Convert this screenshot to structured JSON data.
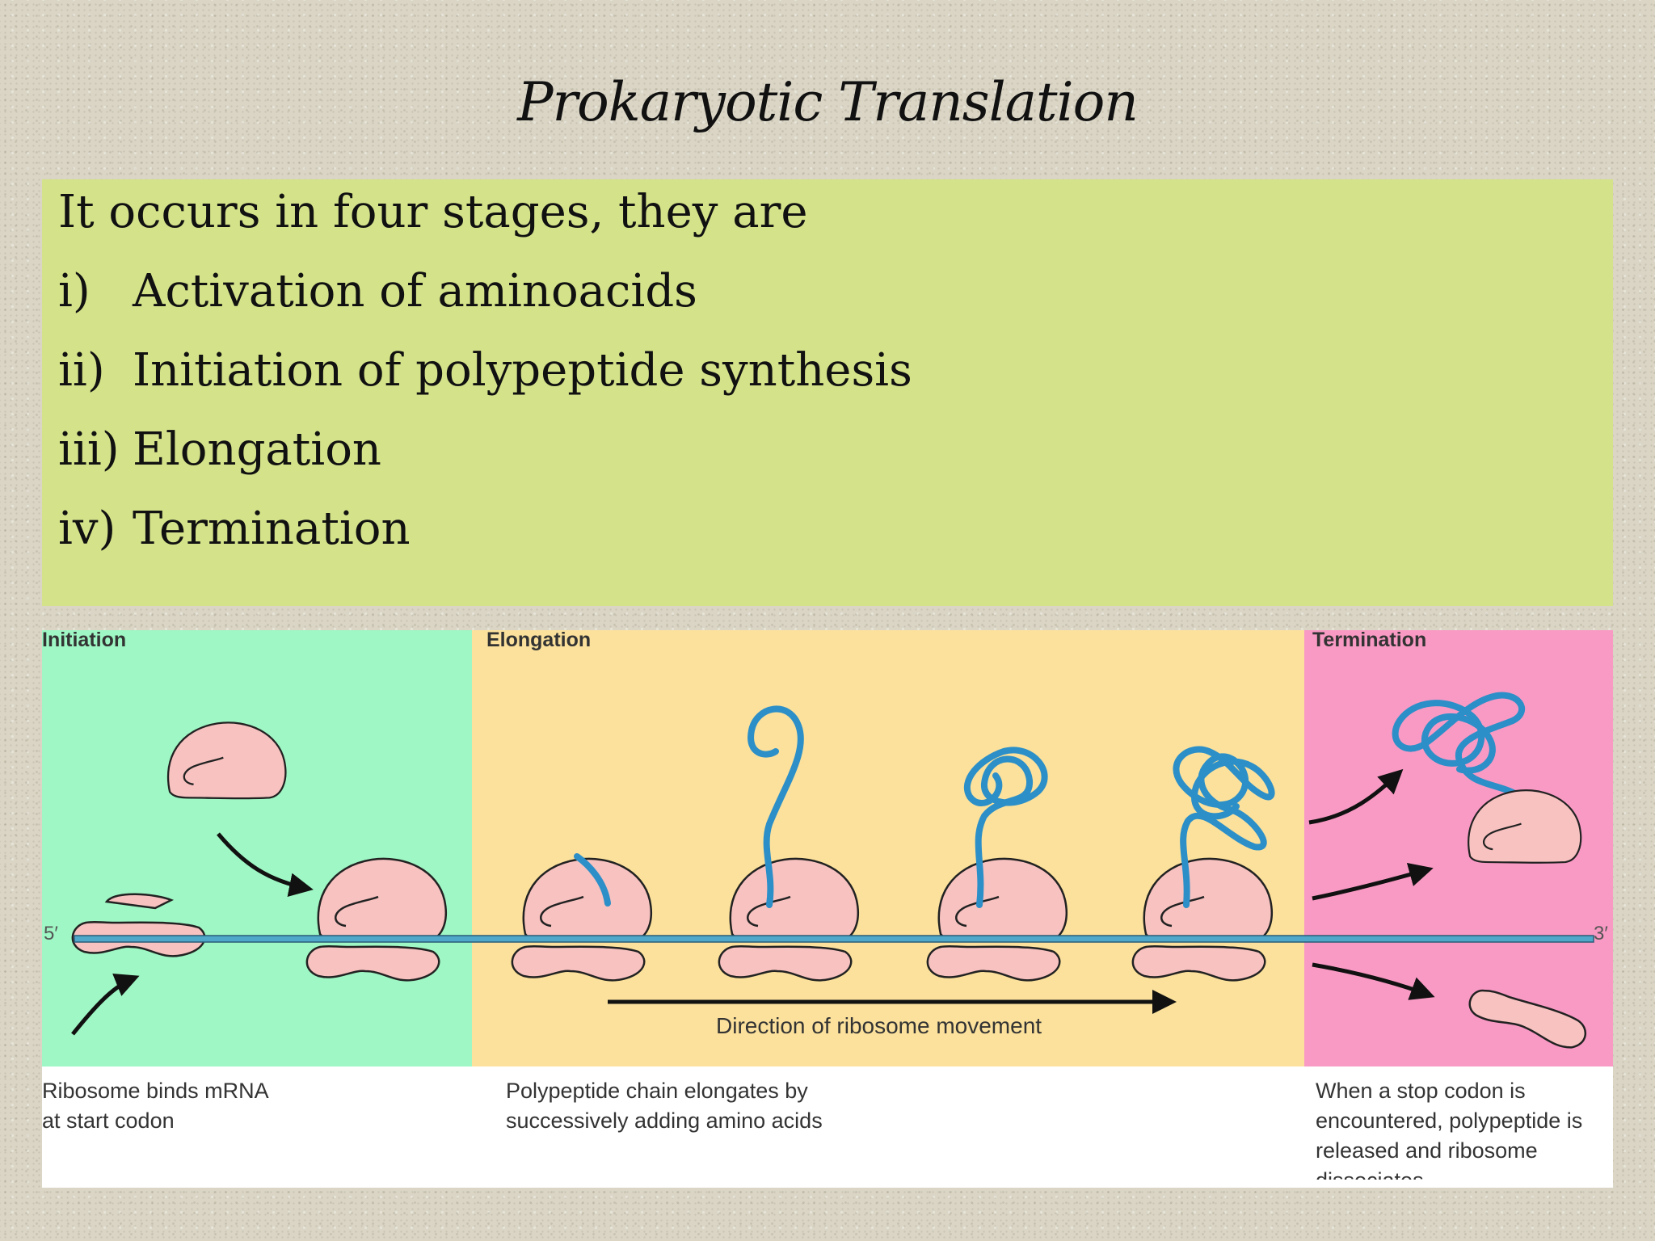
{
  "slide": {
    "title": "Prokaryotic Translation",
    "intro": "It occurs in four stages, they are",
    "stages": [
      {
        "marker": "i)",
        "text": "Activation of aminoacids"
      },
      {
        "marker": "ii)",
        "text": "Initiation of polypeptide synthesis"
      },
      {
        "marker": "iii)",
        "text": "Elongation"
      },
      {
        "marker": "iv)",
        "text": "Termination"
      }
    ]
  },
  "figure": {
    "panels": [
      {
        "title": "Initiation",
        "caption": "Ribosome binds mRNA\nat start codon",
        "color": "#9ef7c4"
      },
      {
        "title": "Elongation",
        "caption": "Polypeptide chain elongates by\nsuccessively adding amino acids",
        "color": "#fbe19c"
      },
      {
        "title": "Termination",
        "caption": "When a stop codon is\nencountered, polypeptide is\nreleased and ribosome\ndissociates",
        "color": "#f99ac4"
      }
    ],
    "mrna_5_label": "5′",
    "mrna_3_label": "3′",
    "direction_label": "Direction of ribosome movement",
    "colors": {
      "ribosome": "#f7c2c0",
      "polypeptide": "#2c8fc8",
      "mrna": "#4fa7c9",
      "content_box": "#d4e38a"
    }
  }
}
